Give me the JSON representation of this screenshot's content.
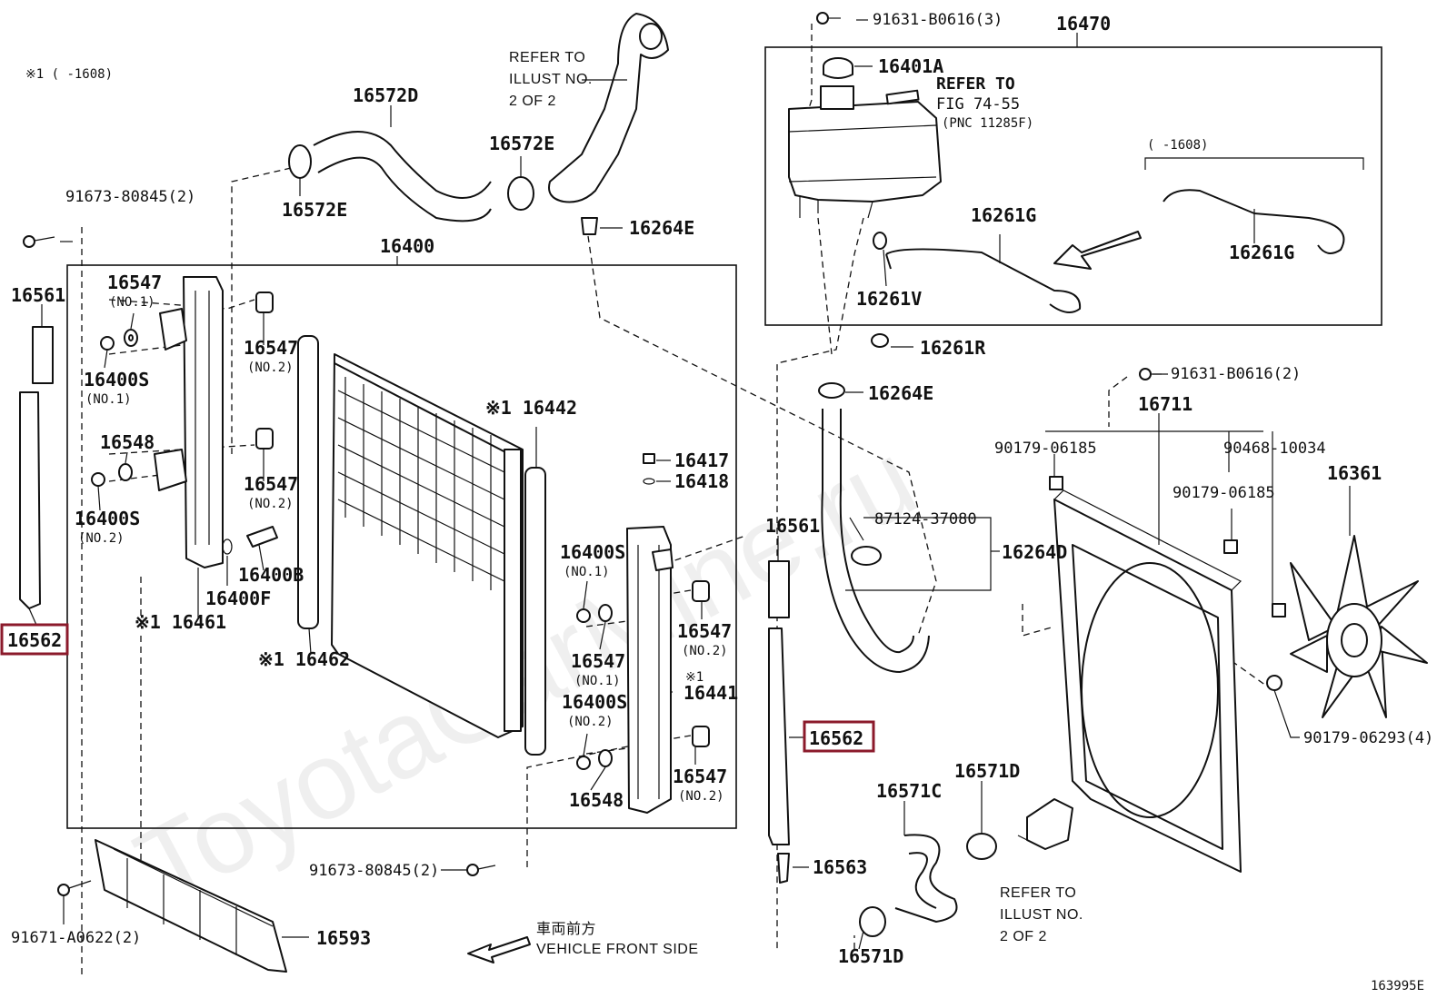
{
  "watermark": "ToyotaCarMine.ru",
  "figure_code": "163995E",
  "date_note_topleft": "※1 (     -1608)",
  "date_note_box": "(     -1608)",
  "refer_illust_top": [
    "REFER TO",
    "ILLUST NO.",
    "2 OF 2"
  ],
  "refer_illust_bottom": [
    "REFER TO",
    "ILLUST NO.",
    "2 OF 2"
  ],
  "refer_fig": [
    "REFER TO",
    "FIG 74-55",
    "(PNC 11285F)"
  ],
  "vehicle_front_jp": "車両前方",
  "vehicle_front_en": "VEHICLE FRONT SIDE",
  "highlight_color": "#8b1a2b",
  "labels": {
    "p16470": "16470",
    "p91631_B0616_3": "91631-B0616(3)",
    "p16401A": "16401A",
    "p16261G_a": "16261G",
    "p16261G_b": "16261G",
    "p16261V": "16261V",
    "p16261R": "16261R",
    "p16264E_a": "16264E",
    "p16264E_b": "16264E",
    "p16572D": "16572D",
    "p16572E_a": "16572E",
    "p16572E_b": "16572E",
    "p16400": "16400",
    "p91673_80845_a": "91673-80845(2)",
    "p91673_80845_b": "91673-80845(2)",
    "p16561_a": "16561",
    "p16561_b": "16561",
    "p16562_a": "16562",
    "p16562_b": "16562",
    "p16547_1": "16547",
    "no1_a": "(NO.1)",
    "p16547_2": "16547",
    "no2_a": "(NO.2)",
    "p16400S_1": "16400S",
    "no1_b": "(NO.1)",
    "p16548_a": "16548",
    "p16547_3": "16547",
    "no2_b": "(NO.2)",
    "p16400S_2": "16400S",
    "no2_c": "(NO.2)",
    "p16400B": "16400B",
    "p16400F": "16400F",
    "p16461": "※1 16461",
    "p16462": "※1 16462",
    "p16442": "※1 16442",
    "p16417": "16417",
    "p16418": "16418",
    "p16400S_3": "16400S",
    "no1_c": "(NO.1)",
    "p16547_4": "16547",
    "no2_d": "(NO.2)",
    "p16547_5": "16547",
    "no1_d": "(NO.1)",
    "p16441": "16441",
    "p16441_mark": "※1",
    "p16400S_4": "16400S",
    "no2_e": "(NO.2)",
    "p16547_6": "16547",
    "no2_f": "(NO.2)",
    "p16548_b": "16548",
    "p16593": "16593",
    "p91671_A0622": "91671-A0622(2)",
    "p87124_37080": "87124-37080",
    "p16264D": "16264D",
    "p16563": "16563",
    "p16571C": "16571C",
    "p16571D_a": "16571D",
    "p16571D_b": "16571D",
    "p91631_B0616_2": "91631-B0616(2)",
    "p16711": "16711",
    "p90179_06185_a": "90179-06185",
    "p90468_10034": "90468-10034",
    "p90179_06185_b": "90179-06185",
    "p16361": "16361",
    "p90179_06293": "90179-06293(4)"
  }
}
